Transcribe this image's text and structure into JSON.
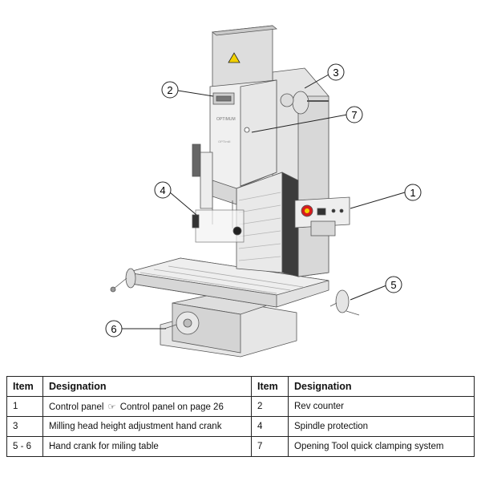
{
  "figure": {
    "callouts": [
      {
        "id": "1",
        "label": "1"
      },
      {
        "id": "2",
        "label": "2"
      },
      {
        "id": "3",
        "label": "3"
      },
      {
        "id": "4",
        "label": "4"
      },
      {
        "id": "5",
        "label": "5"
      },
      {
        "id": "6",
        "label": "6"
      },
      {
        "id": "7",
        "label": "7"
      }
    ],
    "logo_text": "OPTIMUM",
    "model_text": "OPTImill",
    "colors": {
      "machine_light": "#ececec",
      "machine_mid": "#cfcfcf",
      "machine_dark": "#9a9a9a",
      "outline": "#555555",
      "warning": "#f2d100",
      "estop": "#d81c1c"
    }
  },
  "table": {
    "headers": {
      "item": "Item",
      "designation": "Designation",
      "item2": "Item",
      "designation2": "Designation"
    },
    "rows": [
      {
        "item": "1",
        "designation": "Control panel",
        "ref_icon": "hand-pointer-icon",
        "ref_text": "Control panel on page 26",
        "item2": "2",
        "designation2": "Rev counter"
      },
      {
        "item": "3",
        "designation": "Milling head height adjustment hand crank",
        "ref_icon": "",
        "ref_text": "",
        "item2": "4",
        "designation2": "Spindle protection"
      },
      {
        "item": "5 - 6",
        "designation": "Hand crank for miling table",
        "ref_icon": "",
        "ref_text": "",
        "item2": "7",
        "designation2": "Opening Tool quick clamping system"
      }
    ]
  }
}
